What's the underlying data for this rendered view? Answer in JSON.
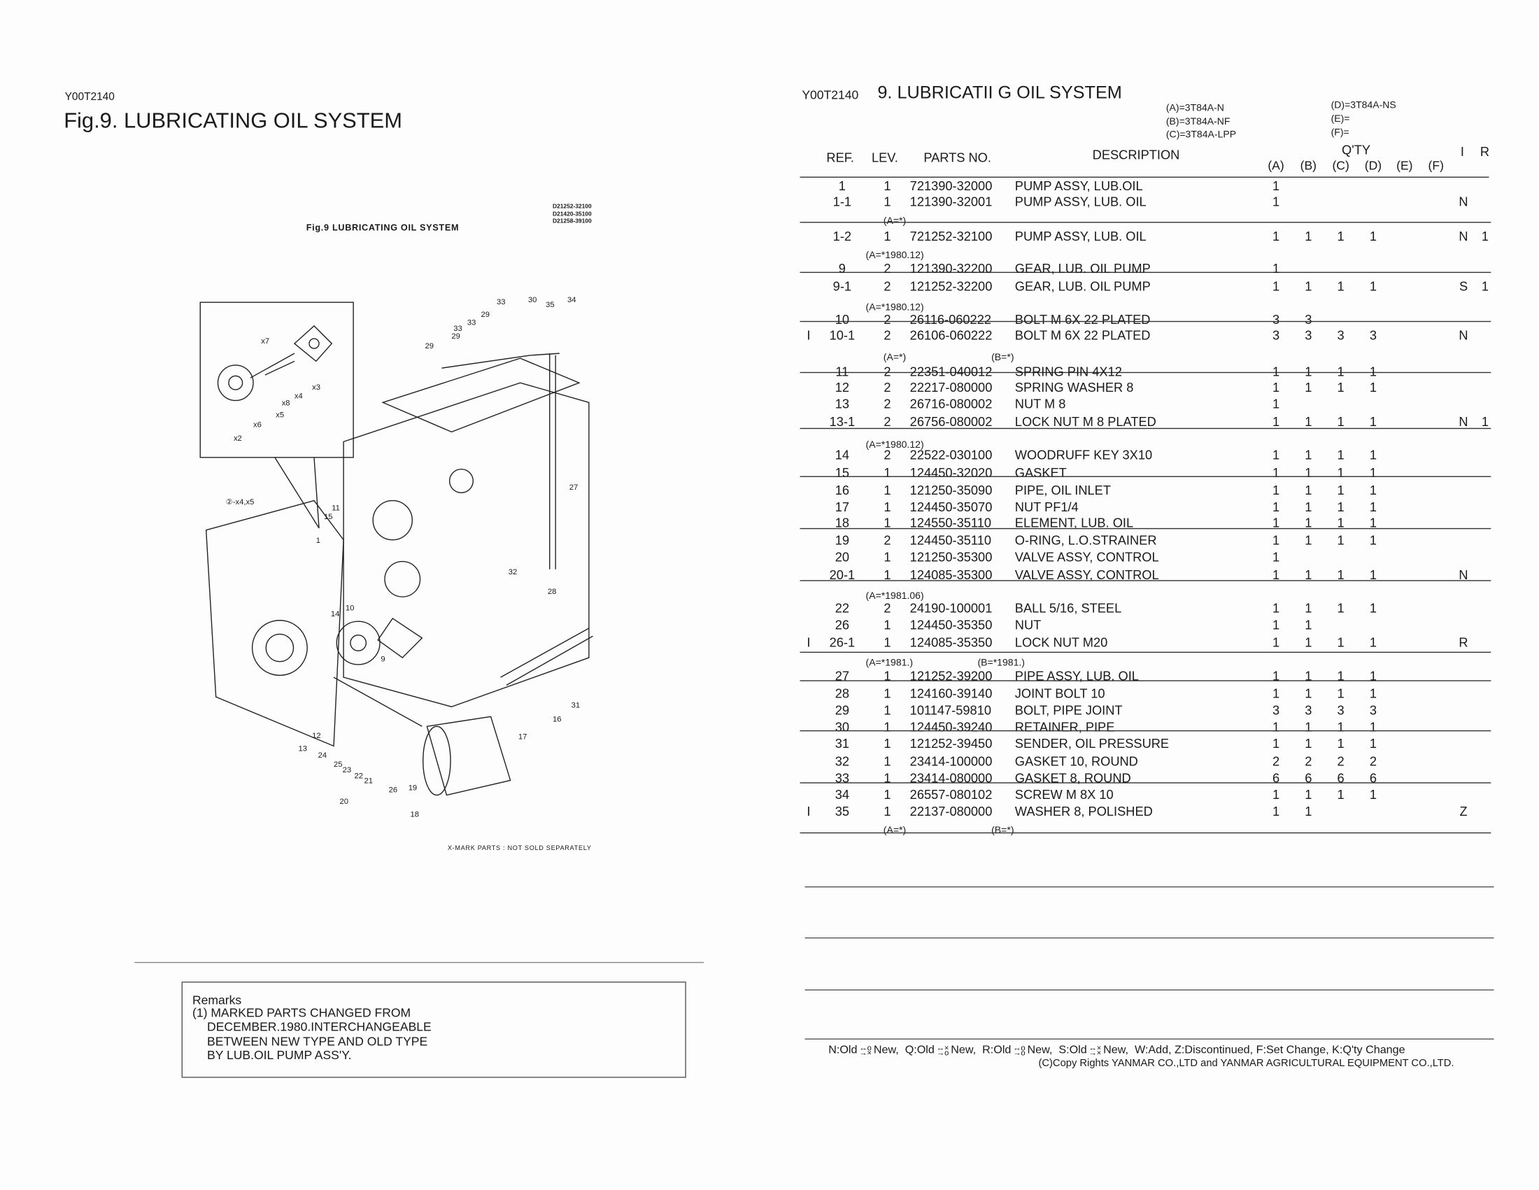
{
  "left_page": {
    "code": "Y00T2140",
    "title": "Fig.9.  LUBRICATING OIL SYSTEM",
    "figure_caption": "Fig.9  LUBRICATING OIL SYSTEM",
    "figure_codes": [
      "D21252-32100",
      "D21420-35100",
      "D21258-39100"
    ],
    "figure_note": "X-MARK PARTS : NOT SOLD SEPARATELY",
    "callouts": [
      "29",
      "33",
      "29",
      "33",
      "29",
      "33",
      "30",
      "35",
      "34",
      "27",
      "11",
      "15",
      "1",
      "32",
      "28",
      "10",
      "14",
      "9",
      "12",
      "13",
      "24",
      "25",
      "23",
      "22",
      "21",
      "26",
      "19",
      "20",
      "18",
      "17",
      "16",
      "31",
      "x7",
      "x3",
      "x4",
      "x8",
      "x5",
      "x6",
      "x2",
      "②-x4,x5"
    ],
    "remarks": {
      "title": "Remarks",
      "lines": [
        "(1) MARKED PARTS CHANGED FROM",
        "DECEMBER.1980.INTERCHANGEABLE",
        "BETWEEN NEW TYPE AND OLD TYPE",
        "BY LUB.OIL PUMP ASS'Y."
      ]
    }
  },
  "right_page": {
    "code": "Y00T2140",
    "title": "9.  LUBRICATII G OIL SYSTEM",
    "models": [
      "(A)=3T84A-N",
      "(B)=3T84A-NF",
      "(C)=3T84A-LPP",
      "(D)=3T84A-NS",
      "(E)=",
      "(F)="
    ],
    "headers": {
      "ref": "REF.",
      "lev": "LEV.",
      "parts_no": "PARTS NO.",
      "description": "DESCRIPTION",
      "qty": "Q'TY",
      "cols": [
        "(A)",
        "(B)",
        "(C)",
        "(D)",
        "(E)",
        "(F)"
      ],
      "i": "I",
      "r": "R"
    },
    "rows": [
      {
        "mark": "",
        "ref": "1",
        "lev": "1",
        "part": "721390-32000",
        "desc": "PUMP ASSY, LUB.OIL",
        "qty": [
          "1",
          "",
          "",
          "",
          "",
          ""
        ],
        "i": "",
        "r": ""
      },
      {
        "mark": "",
        "ref": "1-1",
        "lev": "1",
        "part": "121390-32001",
        "desc": "PUMP ASSY, LUB. OIL",
        "qty": [
          "1",
          "",
          "",
          "",
          "",
          ""
        ],
        "i": "N",
        "r": ""
      },
      {
        "note": [
          "(A=*)",
          ""
        ]
      },
      {
        "mark": "",
        "ref": "1-2",
        "lev": "1",
        "part": "721252-32100",
        "desc": "PUMP ASSY, LUB. OIL",
        "qty": [
          "1",
          "1",
          "1",
          "1",
          "",
          ""
        ],
        "i": "N",
        "r": "1"
      },
      {
        "note": [
          "(A=*1980.12)",
          ""
        ]
      },
      {
        "mark": "",
        "ref": "9",
        "lev": "2",
        "part": "121390-32200",
        "desc": "GEAR, LUB. OIL PUMP",
        "qty": [
          "1",
          "",
          "",
          "",
          "",
          ""
        ],
        "i": "",
        "r": ""
      },
      {
        "mark": "",
        "ref": "9-1",
        "lev": "2",
        "part": "121252-32200",
        "desc": "GEAR, LUB. OIL PUMP",
        "qty": [
          "1",
          "1",
          "1",
          "1",
          "",
          ""
        ],
        "i": "S",
        "r": "1"
      },
      {
        "note": [
          "(A=*1980.12)",
          ""
        ]
      },
      {
        "mark": "",
        "ref": "10",
        "lev": "2",
        "part": "26116-060222",
        "desc": "BOLT M 6X 22 PLATED",
        "qty": [
          "3",
          "3",
          "",
          "",
          "",
          ""
        ],
        "i": "",
        "r": ""
      },
      {
        "mark": "I",
        "ref": "10-1",
        "lev": "2",
        "part": "26106-060222",
        "desc": "BOLT M 6X 22 PLATED",
        "qty": [
          "3",
          "3",
          "3",
          "3",
          "",
          ""
        ],
        "i": "N",
        "r": ""
      },
      {
        "note": [
          "(A=*)",
          "(B=*)"
        ]
      },
      {
        "mark": "",
        "ref": "11",
        "lev": "2",
        "part": "22351-040012",
        "desc": "SPRING PIN 4X12",
        "qty": [
          "1",
          "1",
          "1",
          "1",
          "",
          ""
        ],
        "i": "",
        "r": ""
      },
      {
        "mark": "",
        "ref": "12",
        "lev": "2",
        "part": "22217-080000",
        "desc": "SPRING WASHER  8",
        "qty": [
          "1",
          "1",
          "1",
          "1",
          "",
          ""
        ],
        "i": "",
        "r": ""
      },
      {
        "mark": "",
        "ref": "13",
        "lev": "2",
        "part": "26716-080002",
        "desc": "NUT M 8",
        "qty": [
          "1",
          "",
          "",
          "",
          "",
          ""
        ],
        "i": "",
        "r": ""
      },
      {
        "mark": "",
        "ref": "13-1",
        "lev": "2",
        "part": "26756-080002",
        "desc": "LOCK NUT M 8 PLATED",
        "qty": [
          "1",
          "1",
          "1",
          "1",
          "",
          ""
        ],
        "i": "N",
        "r": "1"
      },
      {
        "note": [
          "(A=*1980.12)",
          ""
        ]
      },
      {
        "mark": "",
        "ref": "14",
        "lev": "2",
        "part": "22522-030100",
        "desc": "WOODRUFF KEY 3X10",
        "qty": [
          "1",
          "1",
          "1",
          "1",
          "",
          ""
        ],
        "i": "",
        "r": ""
      },
      {
        "mark": "",
        "ref": "15",
        "lev": "1",
        "part": "124450-32020",
        "desc": "GASKET",
        "qty": [
          "1",
          "1",
          "1",
          "1",
          "",
          ""
        ],
        "i": "",
        "r": ""
      },
      {
        "mark": "",
        "ref": "16",
        "lev": "1",
        "part": "121250-35090",
        "desc": "PIPE, OIL INLET",
        "qty": [
          "1",
          "1",
          "1",
          "1",
          "",
          ""
        ],
        "i": "",
        "r": ""
      },
      {
        "mark": "",
        "ref": "17",
        "lev": "1",
        "part": "124450-35070",
        "desc": "NUT PF1/4",
        "qty": [
          "1",
          "1",
          "1",
          "1",
          "",
          ""
        ],
        "i": "",
        "r": ""
      },
      {
        "mark": "",
        "ref": "18",
        "lev": "1",
        "part": "124550-35110",
        "desc": "ELEMENT, LUB. OIL",
        "qty": [
          "1",
          "1",
          "1",
          "1",
          "",
          ""
        ],
        "i": "",
        "r": ""
      },
      {
        "mark": "",
        "ref": "19",
        "lev": "2",
        "part": "124450-35110",
        "desc": "O-RING, L.O.STRAINER",
        "qty": [
          "1",
          "1",
          "1",
          "1",
          "",
          ""
        ],
        "i": "",
        "r": ""
      },
      {
        "mark": "",
        "ref": "20",
        "lev": "1",
        "part": "121250-35300",
        "desc": "VALVE ASSY, CONTROL",
        "qty": [
          "1",
          "",
          "",
          "",
          "",
          ""
        ],
        "i": "",
        "r": ""
      },
      {
        "mark": "",
        "ref": "20-1",
        "lev": "1",
        "part": "124085-35300",
        "desc": "VALVE ASSY, CONTROL",
        "qty": [
          "1",
          "1",
          "1",
          "1",
          "",
          ""
        ],
        "i": "N",
        "r": ""
      },
      {
        "note": [
          "(A=*1981.06)",
          ""
        ]
      },
      {
        "mark": "",
        "ref": "22",
        "lev": "2",
        "part": "24190-100001",
        "desc": "BALL 5/16, STEEL",
        "qty": [
          "1",
          "1",
          "1",
          "1",
          "",
          ""
        ],
        "i": "",
        "r": ""
      },
      {
        "mark": "",
        "ref": "26",
        "lev": "1",
        "part": "124450-35350",
        "desc": "NUT",
        "qty": [
          "1",
          "1",
          "",
          "",
          "",
          ""
        ],
        "i": "",
        "r": ""
      },
      {
        "mark": "I",
        "ref": "26-1",
        "lev": "1",
        "part": "124085-35350",
        "desc": "LOCK NUT M20",
        "qty": [
          "1",
          "1",
          "1",
          "1",
          "",
          ""
        ],
        "i": "R",
        "r": ""
      },
      {
        "note": [
          "(A=*1981.)",
          "(B=*1981.)"
        ]
      },
      {
        "mark": "",
        "ref": "27",
        "lev": "1",
        "part": "121252-39200",
        "desc": "PIPE ASSY, LUB. OIL",
        "qty": [
          "1",
          "1",
          "1",
          "1",
          "",
          ""
        ],
        "i": "",
        "r": ""
      },
      {
        "mark": "",
        "ref": "28",
        "lev": "1",
        "part": "124160-39140",
        "desc": "JOINT BOLT 10",
        "qty": [
          "1",
          "1",
          "1",
          "1",
          "",
          ""
        ],
        "i": "",
        "r": ""
      },
      {
        "mark": "",
        "ref": "29",
        "lev": "1",
        "part": "101147-59810",
        "desc": "BOLT, PIPE JOINT",
        "qty": [
          "3",
          "3",
          "3",
          "3",
          "",
          ""
        ],
        "i": "",
        "r": ""
      },
      {
        "mark": "",
        "ref": "30",
        "lev": "1",
        "part": "124450-39240",
        "desc": "RETAINER, PIPE",
        "qty": [
          "1",
          "1",
          "1",
          "1",
          "",
          ""
        ],
        "i": "",
        "r": ""
      },
      {
        "mark": "",
        "ref": "31",
        "lev": "1",
        "part": "121252-39450",
        "desc": "SENDER, OIL PRESSURE",
        "qty": [
          "1",
          "1",
          "1",
          "1",
          "",
          ""
        ],
        "i": "",
        "r": ""
      },
      {
        "mark": "",
        "ref": "32",
        "lev": "1",
        "part": "23414-100000",
        "desc": "GASKET 10, ROUND",
        "qty": [
          "2",
          "2",
          "2",
          "2",
          "",
          ""
        ],
        "i": "",
        "r": ""
      },
      {
        "mark": "",
        "ref": "33",
        "lev": "1",
        "part": "23414-080000",
        "desc": "GASKET 8, ROUND",
        "qty": [
          "6",
          "6",
          "6",
          "6",
          "",
          ""
        ],
        "i": "",
        "r": ""
      },
      {
        "mark": "",
        "ref": "34",
        "lev": "1",
        "part": "26557-080102",
        "desc": "SCREW M 8X 10",
        "qty": [
          "1",
          "1",
          "1",
          "1",
          "",
          ""
        ],
        "i": "",
        "r": ""
      },
      {
        "mark": "I",
        "ref": "35",
        "lev": "1",
        "part": "22137-080000",
        "desc": "WASHER 8, POLISHED",
        "qty": [
          "1",
          "1",
          "",
          "",
          "",
          ""
        ],
        "i": "Z",
        "r": ""
      },
      {
        "note": [
          "(A=*)",
          "(B=*)"
        ]
      }
    ],
    "legend": {
      "n": "N:Old",
      "q": "Q:Old",
      "r": "R:Old",
      "s": "S:Old",
      "new": "New,",
      "rest": "W:Add,  Z:Discontinued,  F:Set Change,  K:Q'ty Change",
      "copyright": "(C)Copy Rights  YANMAR CO.,LTD and YANMAR AGRICULTURAL EQUIPMENT CO.,LTD."
    }
  }
}
